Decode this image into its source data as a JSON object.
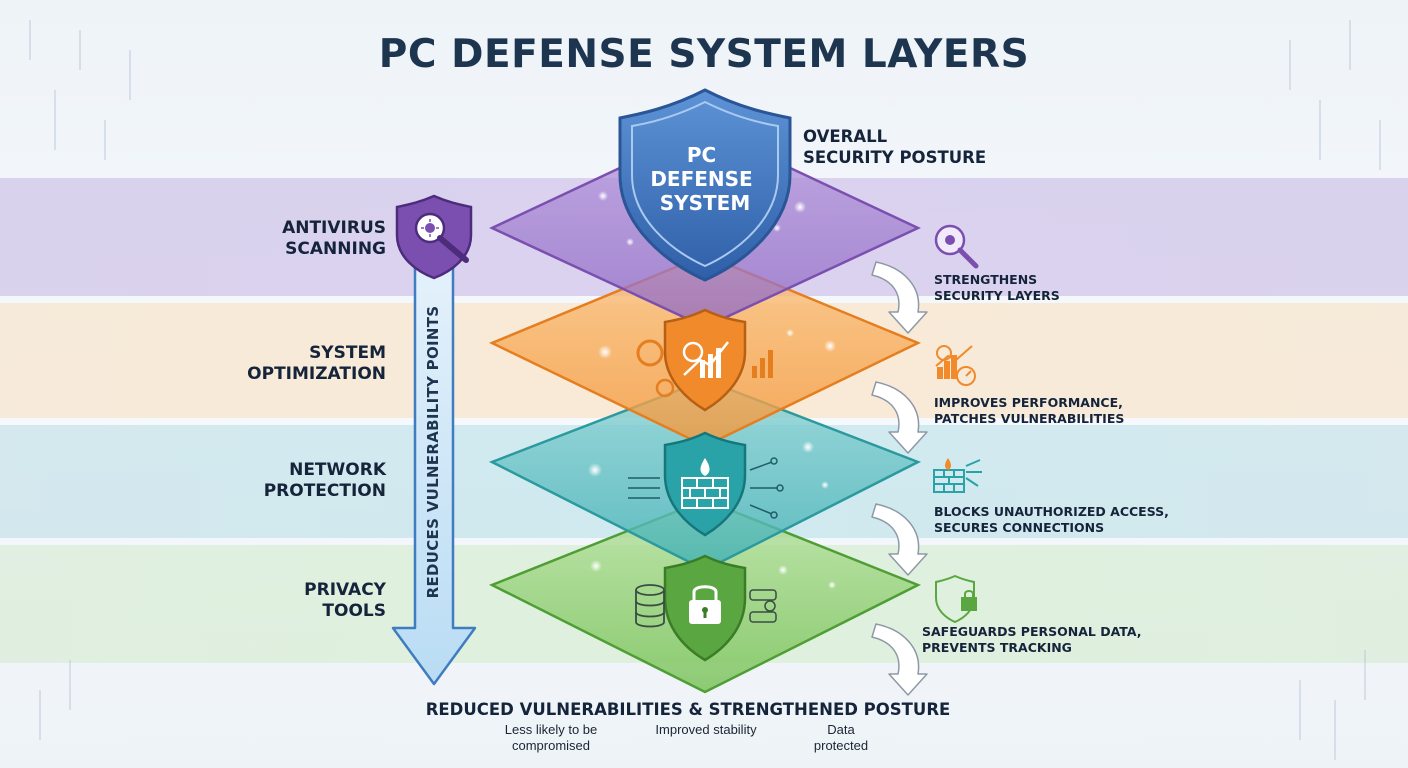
{
  "title": "PC DEFENSE SYSTEM LAYERS",
  "top_shield": {
    "text": "PC\nDEFENSE\nSYSTEM",
    "caption": "OVERALL\nSECURITY POSTURE"
  },
  "layers": [
    {
      "name": "ANTIVIRUS\nSCANNING",
      "effect": "STRENGTHENS\nSECURITY LAYERS",
      "color": "#7b4fb0",
      "icon": "magnifier-virus-icon"
    },
    {
      "name": "SYSTEM\nOPTIMIZATION",
      "effect": "IMPROVES PERFORMANCE,\nPATCHES VULNERABILITIES",
      "color": "#f08a2a",
      "icon": "gear-chart-icon"
    },
    {
      "name": "NETWORK\nPROTECTION",
      "effect": "BLOCKS UNAUTHORIZED ACCESS,\nSECURES CONNECTIONS",
      "color": "#2aa3a8",
      "icon": "firewall-icon"
    },
    {
      "name": "PRIVACY\nTOOLS",
      "effect": "SAFEGUARDS PERSONAL DATA,\nPREVENTS TRACKING",
      "color": "#5aa640",
      "icon": "padlock-shield-icon"
    }
  ],
  "vertical_arrow_label": "REDUCES VULNERABILITY POINTS",
  "bottom": {
    "title": "REDUCED VULNERABILITIES & STRENGTHENED POSTURE",
    "outcomes": [
      "Less likely to be\ncompromised",
      "Improved stability",
      "Data\nprotected"
    ]
  },
  "colors": {
    "title": "#1e3550",
    "shield_blue": "#3f74be",
    "arrow_fill": "#cfe6f7",
    "arrow_stroke": "#3f7dc0"
  }
}
